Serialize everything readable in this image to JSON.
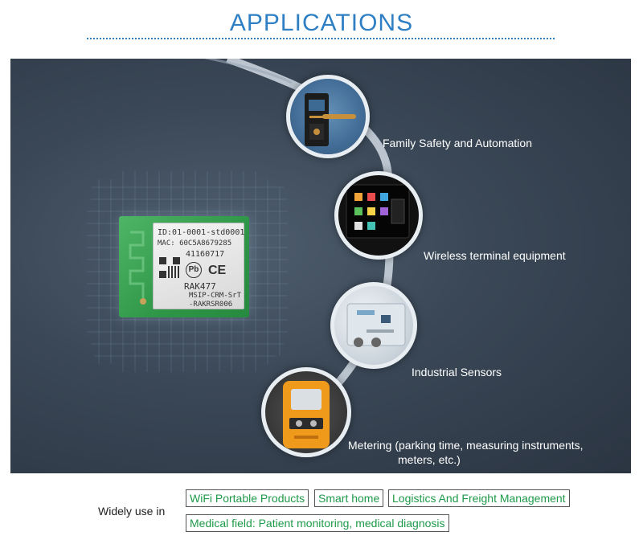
{
  "header": {
    "title": "APPLICATIONS"
  },
  "chip": {
    "id_line": "ID:01-0001-std0001",
    "mac_line": "MAC: 60C5A8679285",
    "serial": "41160717",
    "pb_mark": "Pb",
    "ce_mark": "CE",
    "model": "RAK477",
    "part_line1": "MSIP-CRM-SrT",
    "part_line2": "-RAKRSR006"
  },
  "applications": [
    {
      "label": "Family Safety and Automation",
      "icon": "door-lock-icon"
    },
    {
      "label": "Wireless terminal equipment",
      "icon": "touch-terminal-icon"
    },
    {
      "label": "Industrial Sensors",
      "icon": "sensor-box-icon"
    },
    {
      "label_line1": "Metering (parking time, measuring instruments,",
      "label_line2": "meters, etc.)",
      "icon": "meter-icon"
    }
  ],
  "footer": {
    "intro": "Widely use in",
    "tags": [
      "WiFi Portable Products",
      "Smart home",
      "Logistics And Freight Management",
      "Medical field: Patient monitoring, medical diagnosis"
    ]
  },
  "colors": {
    "title": "#2f7fc4",
    "tag_text": "#1f9a4a",
    "panel": "#3a4756",
    "chip": "#2e9647"
  }
}
